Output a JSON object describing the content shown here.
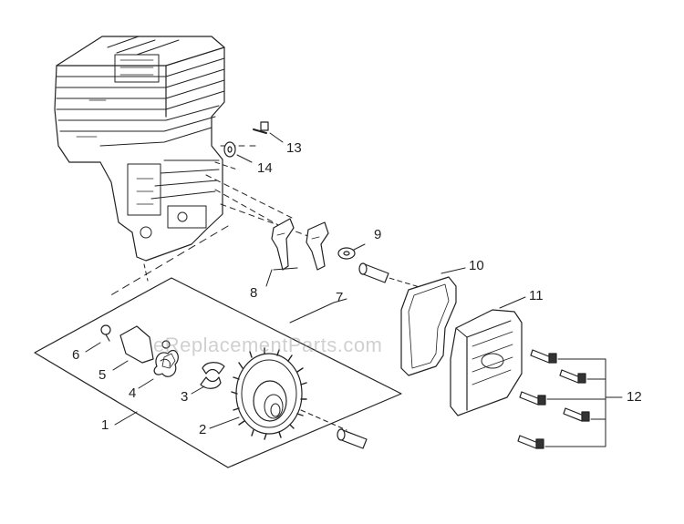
{
  "diagram": {
    "watermark": "eReplacementParts.com",
    "callouts": {
      "c1": "1",
      "c2": "2",
      "c3": "3",
      "c4": "4",
      "c5": "5",
      "c6": "6",
      "c7": "7",
      "c8": "8",
      "c9": "9",
      "c10": "10",
      "c11": "11",
      "c12": "12",
      "c13": "13",
      "c14": "14"
    }
  }
}
